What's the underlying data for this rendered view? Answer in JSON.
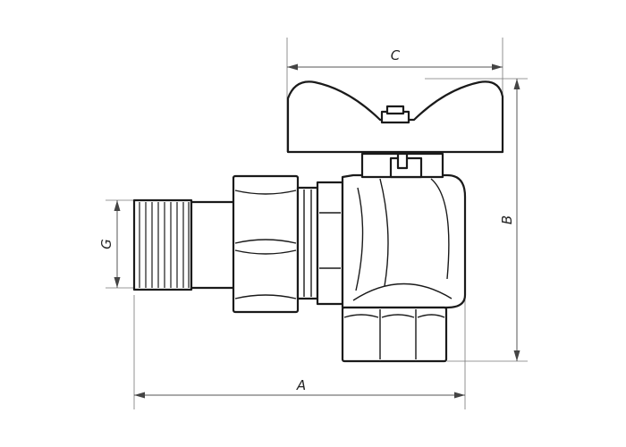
{
  "dimensions": {
    "A": "A",
    "B": "B",
    "C": "C",
    "G": "G"
  },
  "colors": {
    "outline": "#1a1a1a",
    "dimension": "#555555",
    "background": "#ffffff"
  }
}
